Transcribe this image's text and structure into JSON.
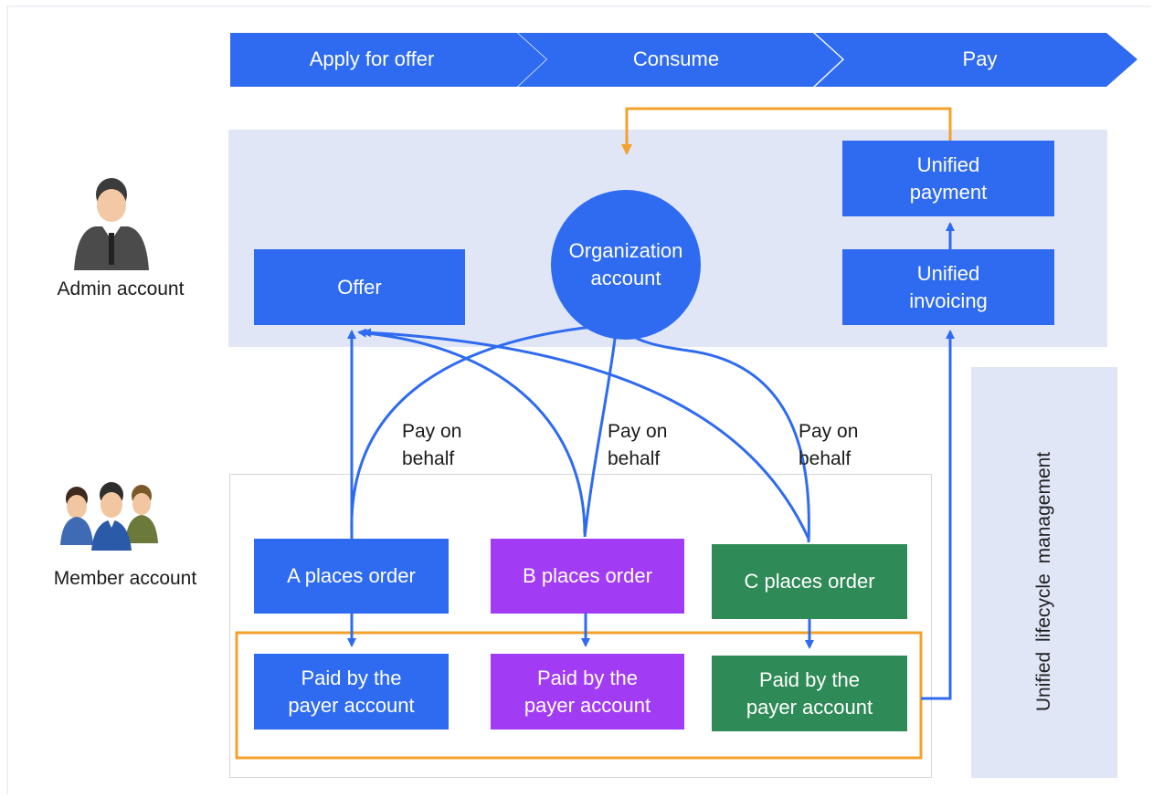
{
  "steps": [
    "Apply for offer",
    "Consume",
    "Pay"
  ],
  "roles": {
    "admin": "Admin account",
    "member": "Member account"
  },
  "admin_nodes": {
    "offer": "Offer",
    "organization_account": "Organization\naccount",
    "unified_invoicing": "Unified\ninvoicing",
    "unified_payment": "Unified\npayment"
  },
  "pay_on_behalf": [
    "Pay on\nbehalf",
    "Pay on\nbehalf",
    "Pay on\nbehalf"
  ],
  "orders": [
    "A places order",
    "B places order",
    "C places order"
  ],
  "payers": [
    "Paid by the\npayer account",
    "Paid by the\npayer account",
    "Paid by the\npayer account"
  ],
  "lifecycle_label": "Unified  lifecycle  management",
  "colors": {
    "primary_blue": "#2f6bf0",
    "purple": "#a23cf4",
    "green": "#2e8a57",
    "orange": "#f3a12a",
    "band": "#e1e6f7"
  }
}
